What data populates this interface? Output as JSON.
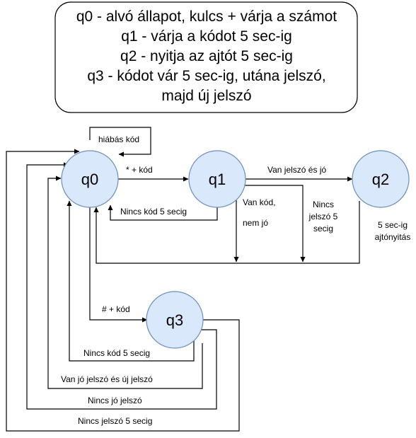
{
  "legend": {
    "lines": [
      "q0 - alvó állapot, kulcs + várja a számot",
      "q1 - várja a kódot 5 sec-ig",
      "q2 - nyitja az ajtót 5 sec-ig",
      "q3 - kódot vár 5 sec-ig, utána jelszó,",
      "majd új jelszó"
    ]
  },
  "states": {
    "q0": "q0",
    "q1": "q1",
    "q2": "q2",
    "q3": "q3"
  },
  "state_fill": "#dae8fc",
  "state_stroke": "#6c8ebf",
  "edges": {
    "q0_self": "hiábás kód",
    "q0_q1": "* + kód",
    "q1_q0": "Nincs kód 5 secig",
    "q1_q2": "Van jelszó és jó",
    "q1_bad_code": [
      "Van kód,",
      "nem jó"
    ],
    "q1_no_password": [
      "Nincs",
      "jelszó 5",
      "secig"
    ],
    "q2_q0": [
      "5 sec-ig",
      "ajtónyitás"
    ],
    "q0_q3": "# + kód",
    "q3_no_code": "Nincs kód 5 secig",
    "q3_new_password": "Van jó jelszó és új jelszó",
    "q3_no_good_password": "Nincs jó jelszó",
    "q3_no_password": "Nincs jelszó 5 secig"
  }
}
